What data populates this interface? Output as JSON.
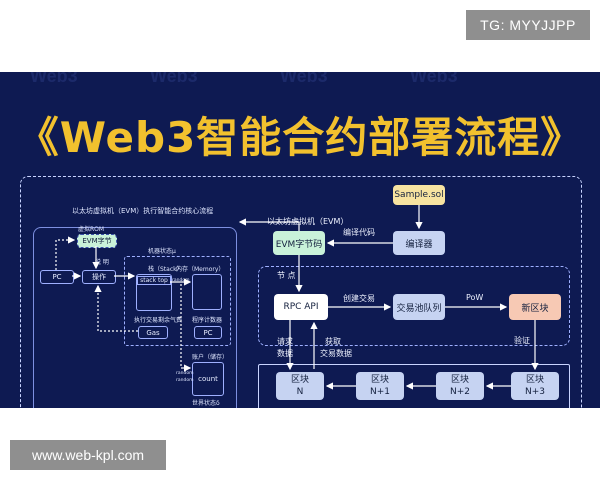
{
  "badges": {
    "telegram": "TG: MYYJJPP",
    "website": "www.web-kpl.com"
  },
  "watermark": "Web3",
  "title": "《Web3智能合约部署流程》",
  "colors": {
    "background": "#0e1a52",
    "title": "#f2c12e",
    "sample_box": "#f7e3a0",
    "evm_box": "#c9f2d9",
    "compiler_box": "#c6d3f2",
    "rpc_box": "#ffffff",
    "pool_box": "#c6d3f2",
    "newblock_box": "#f7c9b4",
    "block_box": "#c6d3f2"
  },
  "left_section": {
    "heading": "以太坊虚拟机（EVM）执行智能合约核心流程",
    "virtual_rom": "虚拟ROM",
    "evm_bytecode": "EVM字节",
    "pc": "PC",
    "operation": "操作",
    "explain": "说 明",
    "machine_state": "机器状态μ",
    "stack": "栈（Stack）",
    "stack_top": "stack top",
    "memory": "内存（Memory）",
    "gas_available": "执行交易剩余气费",
    "gas": "Gas",
    "program_counter": "程序计数器",
    "pc2": "PC",
    "account": "账户（储存）",
    "count": "count",
    "random1": "random",
    "random2": "random",
    "random3": "random",
    "world_state": "世界状态δ"
  },
  "right_section": {
    "evm_label": "以太坊虚拟机（EVM）",
    "sample": "Sample.sol",
    "evm_bytecode": "EVM字节码",
    "compile_code": "编译代码",
    "compiler": "编译器",
    "node": "节 点",
    "rpc_api": "RPC API",
    "create_tx": "创建交易",
    "tx_pool": "交易池队列",
    "pow": "PoW",
    "new_block": "新区块",
    "request_data": [
      "请求",
      "数据"
    ],
    "fetch_tx": [
      "获取",
      "交易数据"
    ],
    "verify": "验证",
    "blocks": [
      {
        "label": "区块",
        "index": "N"
      },
      {
        "label": "区块",
        "index": "N+1"
      },
      {
        "label": "区块",
        "index": "N+2"
      },
      {
        "label": "区块",
        "index": "N+3"
      }
    ]
  }
}
